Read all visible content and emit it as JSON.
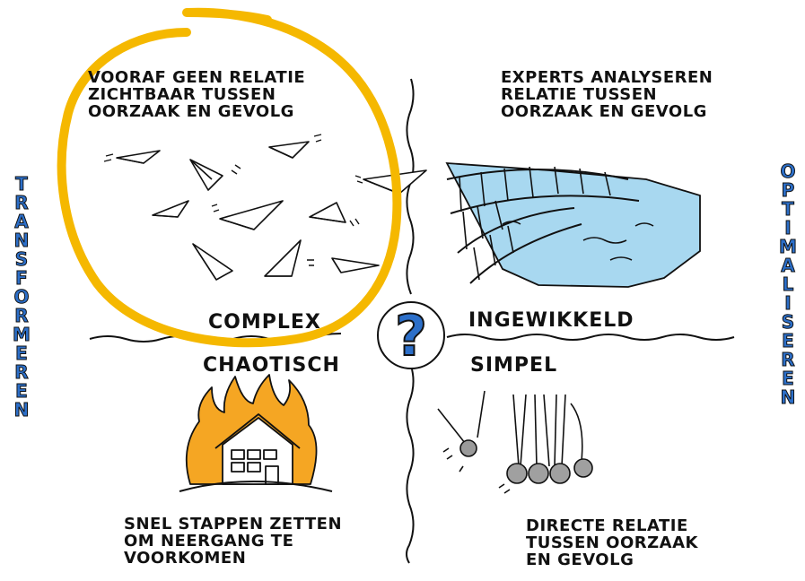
{
  "quadrants": {
    "complex": {
      "title": "COMPLEX",
      "description": "VOORAF GEEN RELATIE\nZICHTBAAR TUSSEN\nOORZAAK EN GEVOLG"
    },
    "ingewikkeld": {
      "title": "INGEWIKKELD",
      "description": "EXPERTS ANALYSEREN\nRELATIE TUSSEN\nOORZAAK EN GEVOLG"
    },
    "chaotisch": {
      "title": "CHAOTISCH",
      "description": "SNEL STAPPEN ZETTEN\nOM NEERGANG TE\nVOORKOMEN"
    },
    "simpel": {
      "title": "SIMPEL",
      "description": "DIRECTE RELATIE\nTUSSEN OORZAAK\nEN GEVOLG"
    }
  },
  "side_labels": {
    "left": "TRANSFORMEREN",
    "right": "OPTIMALISEREN"
  },
  "center_symbol": "?",
  "colors": {
    "highlight_circle": "#f5b800",
    "accent_blue": "#2c6fc9",
    "water_blue": "#a8d8f0",
    "fire_orange": "#f5a623",
    "ink": "#111111"
  },
  "icons": {
    "complex": "paper-planes-icon",
    "ingewikkeld": "bridge-icon",
    "chaotisch": "burning-house-icon",
    "simpel": "newtons-cradle-icon"
  }
}
